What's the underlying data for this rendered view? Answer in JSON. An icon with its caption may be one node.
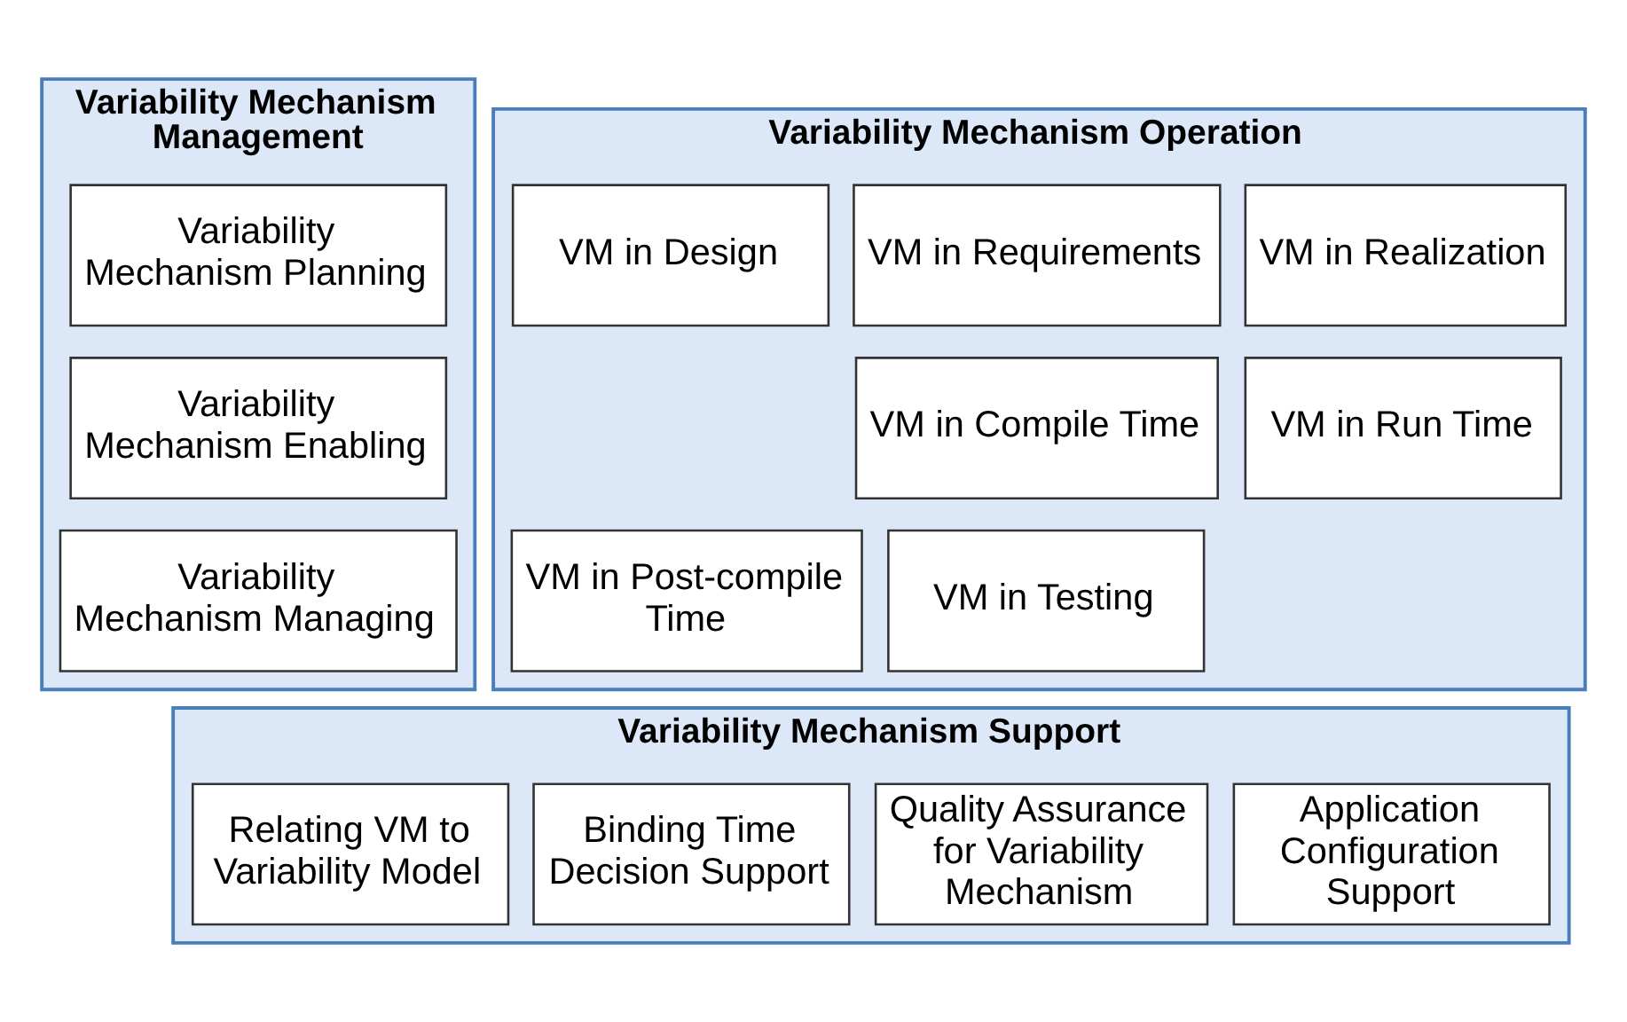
{
  "diagram": {
    "nodes": [
      {
        "text": [
          "Variability Mechanism Management"
        ]
      },
      {
        "text": [
          "Variability Mechanism Planning"
        ],
        "in": 0
      },
      {
        "text": [
          "Variability Mechanism Enabling"
        ],
        "in": 0
      },
      {
        "text": [
          "Variability Mechanism Managing"
        ],
        "in": 0
      },
      {
        "text": [
          "Variability Mechanism Operation"
        ]
      },
      {
        "text": [
          "VM in Requirements"
        ],
        "in": 4
      },
      {
        "text": [
          "VM in Design"
        ],
        "in": 4
      },
      {
        "text": [
          "VM in Realization"
        ],
        "in": 4
      },
      {
        "text": [
          "VM in Compile Time"
        ],
        "in": 4
      },
      {
        "text": [
          "VM in Post-compile Time"
        ],
        "in": 4
      },
      {
        "text": [
          "VM in Run Time"
        ],
        "in": 4
      },
      {
        "text": [
          "VM in Testing"
        ],
        "in": 4
      },
      {
        "text": [
          "Variability Mechanism Support"
        ]
      },
      {
        "text": [
          "Relating VM to Variability Model"
        ],
        "in": 12
      },
      {
        "text": [
          "Quality Assurance for Variability Mechanism"
        ],
        "in": 12
      },
      {
        "text": [
          "Binding Time Decision Support"
        ],
        "in": 12
      },
      {
        "text": [
          "Application Configuration Support"
        ],
        "in": 12
      }
    ]
  }
}
